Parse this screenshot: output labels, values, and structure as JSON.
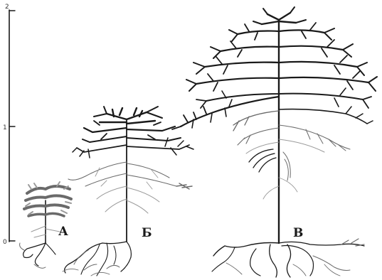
{
  "scale": {
    "ticks": [
      {
        "label": "2"
      },
      {
        "label": "1"
      },
      {
        "label": "0"
      }
    ]
  },
  "trees": [
    {
      "label": "А"
    },
    {
      "label": "Б"
    },
    {
      "label": "В"
    }
  ]
}
